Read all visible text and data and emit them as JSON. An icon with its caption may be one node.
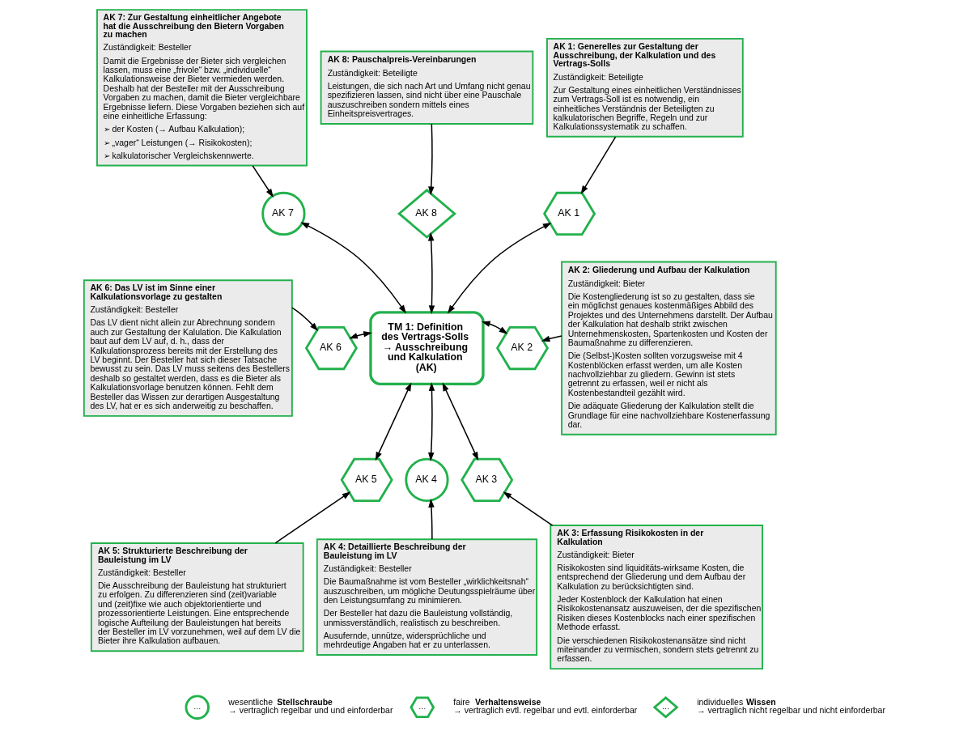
{
  "diagram": {
    "nodes": [
      {
        "text": [
          "AK 7: Zur Gestaltung einheitlicher Angebote hat die Ausschreibung den Bietern Vorgaben zu machen",
          "Zuständigkeit: Besteller",
          "Damit die Ergebnisse der Bieter sich vergleichen lassen, muss eine „frivole“ bzw. „individuelle“ Kalkulationsweise der Bieter vermieden werden. Deshalb hat der Besteller mit der Ausschreibung Vorgaben zu machen, damit die Bieter vergleichbare Ergebnisse liefern. Diese Vorgaben beziehen sich auf eine einheitliche Erfassung:",
          "➢ der Kosten (→ Aufbau Kalkulation);",
          "➢ „vager“ Leistungen (→ Risikokosten);",
          "➢ kalkulatorischer Vergleichskennwerte."
        ]
      },
      {
        "text": [
          "AK 8: Pauschalpreis-Vereinbarungen",
          "Zuständigkeit: Beteiligte",
          "Leistungen, die sich nach Art und Umfang nicht genau spezifizieren lassen, sind nicht über eine Pauschale auszuschreiben sondern mittels eines Einheitspreisvertrages."
        ]
      },
      {
        "text": [
          "AK 1: Generelles zur Gestaltung der Ausschreibung, der Kalkulation und des Vertrags-Solls",
          "Zuständigkeit: Beteiligte",
          "Zur Gestaltung eines einheitlichen Verständnisses zum Vertrags-Soll ist es notwendig, ein einheitliches Verständnis der Beteiligten zu kalkulatorischen Begriffe, Regeln und zur Kalkulationssystematik zu schaffen."
        ]
      },
      {
        "text": [
          "AK 7"
        ]
      },
      {
        "text": [
          "AK 8"
        ]
      },
      {
        "text": [
          "AK 1"
        ]
      },
      {
        "text": [
          "AK 2: Gliederung und Aufbau der Kalkulation",
          "Zuständigkeit: Bieter",
          "Die Kostengliederung ist so zu gestalten, dass sie ein möglichst genaues kostenmäßiges Abbild des Projektes und des Unternehmens darstellt. Der Aufbau der Kalkulation hat deshalb strikt zwischen Unternehmenskosten, Spartenkosten und Kosten der Baumaßnahme zu differenzieren.",
          "Die (Selbst-)Kosten sollten vorzugsweise mit 4 Kostenblöcken erfasst werden, um alle Kosten nachvollziehbar zu gliedern. Gewinn ist stets getrennt zu erfassen, weil er nicht als Kostenbestandteil gezählt wird.",
          "Die adäquate Gliederung der Kalkulation stellt die Grundlage für eine nachvollziehbare Kostenerfassung dar."
        ]
      },
      {
        "text": [
          "AK 6: Das LV ist im Sinne einer Kalkulationsvorlage zu gestalten",
          "Zuständigkeit: Besteller",
          "Das LV dient nicht allein zur Abrechnung sondern auch zur Gestaltung der Kalulation. Die Kalkulation baut auf dem LV auf, d. h., dass der Kalkulationsprozess bereits mit der Erstellung des LV beginnt. Der Besteller hat sich dieser Tatsache bewusst zu sein. Das LV muss seitens des Bestellers deshalb so gestaltet werden, dass es die Bieter als Kalkulationsvorlage benutzen können. Fehlt dem Besteller das Wissen zur derartigen Ausgestaltung des LV, hat er es sich anderweitig zu beschaffen."
        ]
      },
      {
        "text": [
          "AK 6"
        ]
      },
      {
        "text": [
          "TM 1: Definition des Vertrags-Solls → Ausschreibung und Kalkulation (AK)"
        ]
      },
      {
        "text": [
          "AK 2"
        ]
      },
      {
        "text": [
          "AK 5"
        ]
      },
      {
        "text": [
          "AK 4"
        ]
      },
      {
        "text": [
          "AK 3"
        ]
      },
      {
        "text": [
          "AK 5: Strukturierte Beschreibung der Bauleistung im LV",
          "Zuständigkeit: Besteller",
          "Die Ausschreibung der Bauleistung hat strukturiert zu erfolgen. Zu differenzieren sind (zeit)variable und (zeit)fixe wie auch objektorientierte und prozessorientierte Leistungen. Eine entsprechende logische Aufteilung der Bauleistungen hat bereits der Besteller im LV vorzunehmen, weil auf dem LV die Bieter ihre Kalkulation aufbauen."
        ]
      },
      {
        "text": [
          "AK 4: Detaillierte Beschreibung der Bauleistung im LV",
          "Zuständigkeit: Besteller",
          "Die Baumaßnahme ist vom Besteller „wirklichkeitsnah“ auszuschreiben, um mögliche Deutungsspielräume über den Leistungsumfang zu minimieren.",
          "Der Besteller hat dazu die Bauleistung vollständig, unmissverständlich, realistisch zu beschreiben.",
          "Ausufernde, unnütze, widersprüchliche und mehrdeutige Angaben hat er zu unterlassen."
        ]
      },
      {
        "text": [
          "AK 3: Erfassung Risikokosten in der Kalkulation",
          "Zuständigkeit: Bieter",
          "Risikokosten sind liquiditäts-wirksame Kosten, die entsprechend der Gliederung und dem Aufbau der Kalkulation zu berücksichtigten sind.",
          "Jeder Kostenblock der Kalkulation hat einen Risikokostenansatz auszuweisen, der die spezifischen Risiken dieses Kostenblocks nach einer spezifischen Methode erfasst.",
          "Die verschiedenen Risikokostenansätze sind nicht miteinander zu vermischen, sondern stets getrennt zu erfassen."
        ]
      }
    ],
    "edges": [
      {
        "from": 0,
        "to": 3,
        "arrow": "to"
      },
      {
        "from": 1,
        "to": 4,
        "arrow": "to"
      },
      {
        "from": 2,
        "to": 5,
        "arrow": "to"
      },
      {
        "from": 6,
        "to": 10,
        "arrow": "to"
      },
      {
        "from": 7,
        "to": 8,
        "arrow": "to"
      },
      {
        "from": 14,
        "to": 11,
        "arrow": "to"
      },
      {
        "from": 15,
        "to": 12,
        "arrow": "to"
      },
      {
        "from": 16,
        "to": 13,
        "arrow": "to"
      },
      {
        "from": 9,
        "to": 3,
        "arrow": "both"
      },
      {
        "from": 9,
        "to": 4,
        "arrow": "both"
      },
      {
        "from": 9,
        "to": 5,
        "arrow": "both"
      },
      {
        "from": 9,
        "to": 8,
        "arrow": "both"
      },
      {
        "from": 9,
        "to": 10,
        "arrow": "both"
      },
      {
        "from": 9,
        "to": 11,
        "arrow": "both"
      },
      {
        "from": 9,
        "to": 12,
        "arrow": "both"
      },
      {
        "from": 9,
        "to": 13,
        "arrow": "both"
      }
    ],
    "labels": [
      "…",
      "…",
      "…"
    ],
    "legend": [
      {
        "text": "wesentliche **Stellschraube** → vertraglich regelbar und und einforderbar"
      },
      {
        "text": "faire **Verhaltensweise** → vertraglich evtl. regelbar und evtl. einforderbar"
      },
      {
        "text": "individuelles **Wissen** → vertraglich nicht regelbar und nicht einforderbar"
      }
    ]
  }
}
